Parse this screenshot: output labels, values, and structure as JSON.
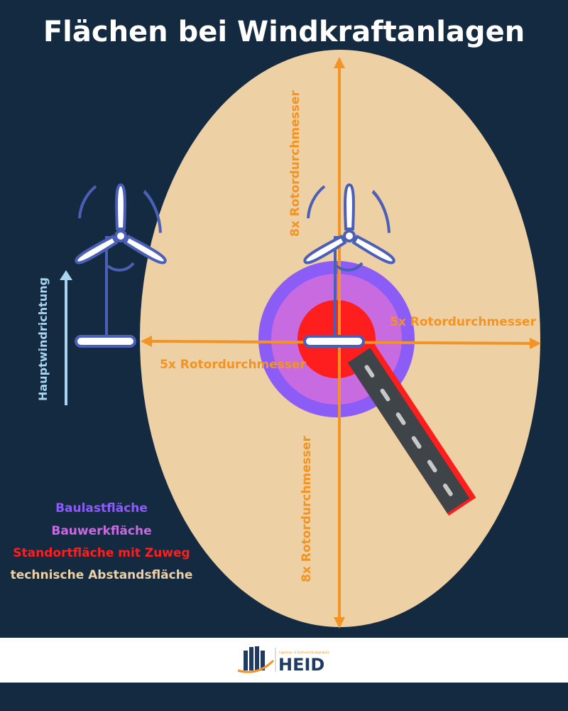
{
  "title": "Flächen bei Windkraftanlagen",
  "labels": {
    "vertical_top": "8x Rotordurchmesser",
    "vertical_bottom": "8x Rotordurchmesser",
    "horizontal_left": "5x Rotordurchmesser",
    "horizontal_right": "5x Rotordurchmesser",
    "wind_direction": "Hauptwindrichtung"
  },
  "legend": [
    {
      "label": "Baulastfläche",
      "color": "#8b5cf6"
    },
    {
      "label": "Bauwerkfläche",
      "color": "#c86ae0"
    },
    {
      "label": "Standortfläche mit Zuweg",
      "color": "#ff1e1e"
    },
    {
      "label": "technische Abstandsfläche",
      "color": "#edd0a4"
    }
  ],
  "footer": {
    "brand": "HEID",
    "tagline": "Ingenieur- & Sachverständigenbüro"
  },
  "colors": {
    "background": "#142a40",
    "accent": "#f39323",
    "turbine": "#4a5fb5",
    "wind": "#a8d4f0"
  }
}
